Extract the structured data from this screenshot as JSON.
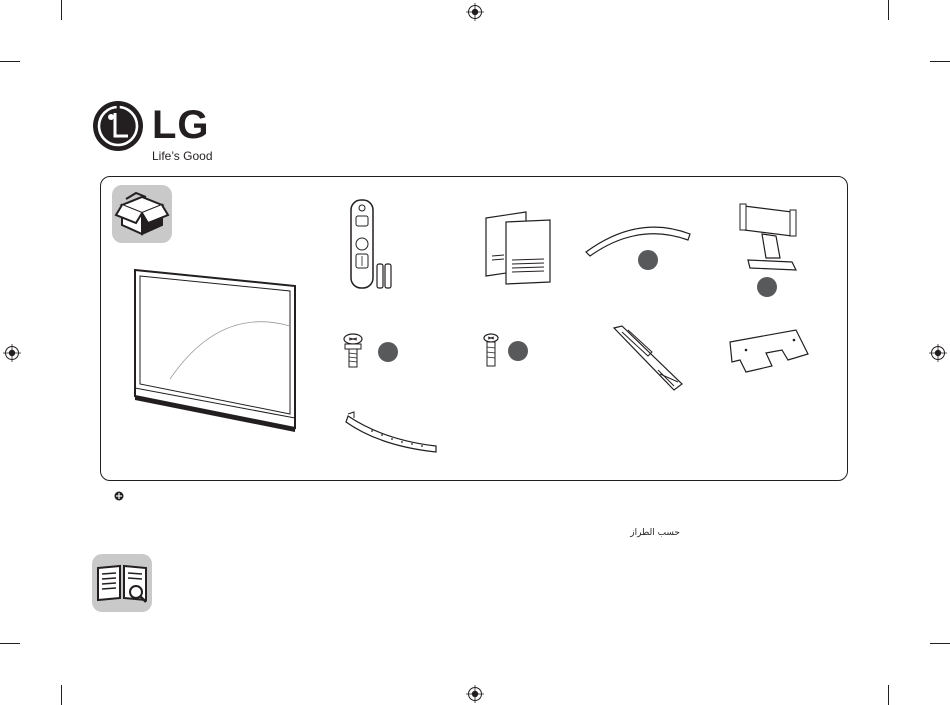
{
  "brand": {
    "name": "LG",
    "slogan": "Life’s Good"
  },
  "note": {
    "arabic_text": "حسب الطراز"
  },
  "icons": {
    "box": "package-box-icon",
    "manual": "open-book-magnifier-icon",
    "registration": "registration-mark-icon"
  },
  "colors": {
    "ink": "#231f20",
    "tile_gray": "#c9c9ca",
    "dot_gray": "#58595b"
  }
}
